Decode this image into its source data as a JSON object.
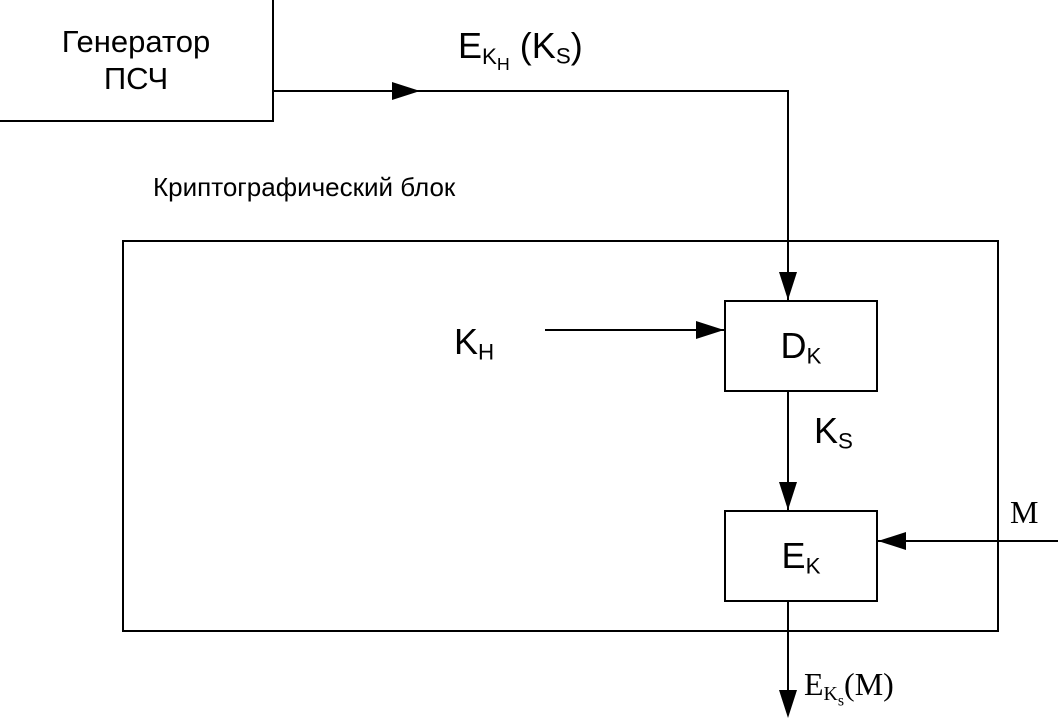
{
  "generator": {
    "line1": "Генератор",
    "line2": "ПСЧ"
  },
  "crypto_block_label": "Криптографический блок",
  "top_signal": {
    "main": "E",
    "sub_main": "K",
    "sub_sub": "H",
    "paren_open": " (K",
    "paren_sub": "S",
    "paren_close": ")"
  },
  "kh_input": {
    "main": "K",
    "sub": "H"
  },
  "dk_block": {
    "main": "D",
    "sub": "K"
  },
  "ks_signal": {
    "main": "K",
    "sub": "S"
  },
  "ek_block": {
    "main": "E",
    "sub": "K"
  },
  "m_input": "M",
  "output_signal": {
    "main": "E",
    "sub_main": "K",
    "sub_sub": "s",
    "arg": "(M)"
  },
  "colors": {
    "line": "#000000",
    "background": "#ffffff"
  }
}
